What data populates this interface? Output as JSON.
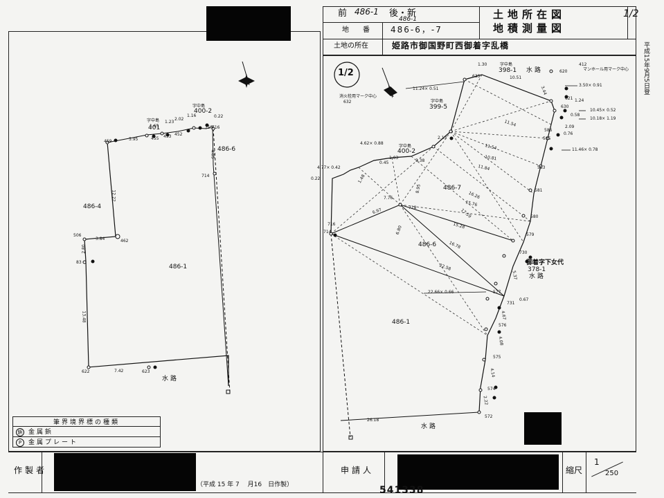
{
  "header": {
    "prev_label": "前",
    "prev_value": "486-1",
    "after_label": "後・新",
    "after_handwritten": "486-1",
    "chiban_label": "地　　番",
    "chiban_value": "486-6，-7",
    "location_label": "土地の所在",
    "location_value": "姫路市御国野町西御着字乱橋",
    "title1": "土地所在図",
    "title2": "地積測量図",
    "page_mark": "1/2"
  },
  "side_stamp": "平成15年9月5日登",
  "doc_number_circle": "1/2",
  "left_map": {
    "parcels": [
      "486-4",
      "486-1",
      "486-6"
    ],
    "neighbors": [
      {
        "name": "字中島",
        "no": "401"
      },
      {
        "name": "字中島",
        "no": "400-2"
      }
    ],
    "road_label": "水路",
    "points": [
      "459",
      "455",
      "453",
      "452",
      "714",
      "715",
      "716",
      "506",
      "462",
      "622",
      "623",
      "83"
    ],
    "distances": [
      "5.95",
      "1.65",
      "1.23",
      "2.02",
      "1.16",
      "0.22",
      "4.85",
      "12.22",
      "3.84",
      "2.80",
      "13.48",
      "7.42"
    ]
  },
  "right_map": {
    "parcels": [
      "486-7",
      "486-6",
      "486-1"
    ],
    "neighbors": [
      {
        "name": "字中島",
        "no": "398-1",
        "note": "水路"
      },
      {
        "name": "字中島",
        "no": "399-5"
      },
      {
        "name": "字中島",
        "no": "400-2"
      },
      {
        "name": "御着字下女代",
        "no": "378-1",
        "note": "水路"
      }
    ],
    "benchmarks": [
      "消火栓用マーク中心",
      "マンホール用マーク中心"
    ],
    "bench_nos": [
      "632",
      "412"
    ],
    "road_label": "水路",
    "offsets": [
      "11.24× 0.51",
      "3.50× 0.91",
      "10.45× 0.52",
      "10.18× 1.19",
      "11.46× 0.78",
      "4.62× 0.88",
      "4.77× 0.42",
      "22.66× 0.66"
    ],
    "distances": [
      "1.30",
      "10.51",
      "3.44",
      "1.24",
      "0.58",
      "2.09",
      "0.76",
      "11.54",
      "11.54",
      "10.81",
      "11.84",
      "15.76",
      "16.26",
      "15.28",
      "17.59",
      "16.78",
      "22.58",
      "0.67",
      "5.37",
      "4.67",
      "4.08",
      "4.14",
      "2.22",
      "26.18",
      "2.13",
      "0.45",
      "1.03",
      "3.38",
      "6.97",
      "6.80",
      "7.76",
      "8.95",
      "1.48",
      "0.22"
    ],
    "points": [
      "635",
      "620",
      "621",
      "630",
      "586",
      "585",
      "583",
      "581",
      "580",
      "579",
      "730",
      "577",
      "731",
      "576",
      "575",
      "574",
      "572",
      "716",
      "714",
      "718"
    ]
  },
  "legend": {
    "title": "筆界境界標の種類",
    "rows": [
      {
        "symbol": "鋲",
        "label": "金属鋲"
      },
      {
        "symbol": "P",
        "label": "金属プレート"
      }
    ]
  },
  "footer": {
    "maker_label": "作製者",
    "date": "（平成 15 年 7 　月16　日作製）",
    "applicant_label": "申請人",
    "scale_label": "縮尺",
    "scale_value": "1/250",
    "scale_num": "1",
    "scale_den": "250",
    "doc_number": "541338"
  }
}
